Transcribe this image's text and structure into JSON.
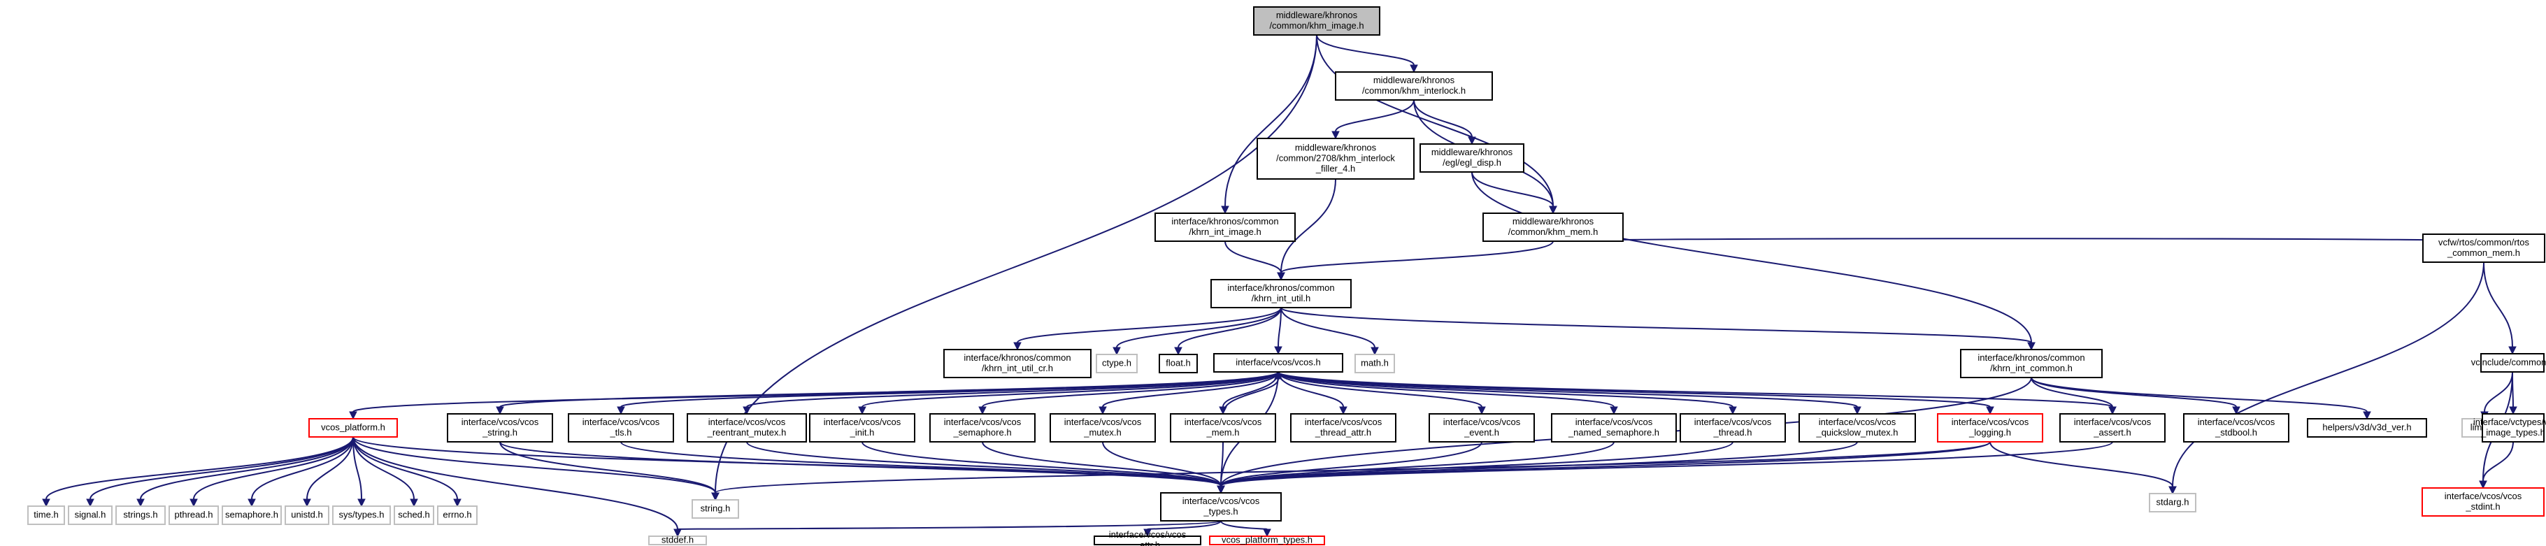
{
  "colors": {
    "edge": "#191970",
    "border_normal": "#000000",
    "border_truncated": "#ff0000",
    "border_leaf": "#bfbfbf",
    "fill_root": "#bfbfbf",
    "fill_default": "#ffffff"
  },
  "nodes": [
    {
      "id": "khm_image",
      "lines": [
        "middleware/khronos",
        "/common/khm_image.h"
      ],
      "style": "root"
    },
    {
      "id": "khm_interlock",
      "lines": [
        "middleware/khronos",
        "/common/khm_interlock.h"
      ],
      "style": "normal"
    },
    {
      "id": "khm_interlock_filler",
      "lines": [
        "middleware/khronos",
        "/common/2708/khm_interlock",
        "_filler_4.h"
      ],
      "style": "normal"
    },
    {
      "id": "egl_disp",
      "lines": [
        "middleware/khronos",
        "/egl/egl_disp.h"
      ],
      "style": "normal"
    },
    {
      "id": "khm_int_image",
      "lines": [
        "interface/khronos/common",
        "/khrn_int_image.h"
      ],
      "style": "normal"
    },
    {
      "id": "khm_mem",
      "lines": [
        "middleware/khronos",
        "/common/khm_mem.h"
      ],
      "style": "normal"
    },
    {
      "id": "rtos_common_mem",
      "lines": [
        "vcfw/rtos/common/rtos",
        "_common_mem.h"
      ],
      "style": "normal"
    },
    {
      "id": "khrn_int_util",
      "lines": [
        "interface/khronos/common",
        "/khrn_int_util.h"
      ],
      "style": "normal"
    },
    {
      "id": "khrn_int_util_cr",
      "lines": [
        "interface/khronos/common",
        "/khrn_int_util_cr.h"
      ],
      "style": "normal"
    },
    {
      "id": "ctype",
      "lines": [
        "ctype.h"
      ],
      "style": "leaf"
    },
    {
      "id": "float",
      "lines": [
        "float.h"
      ],
      "style": "normal"
    },
    {
      "id": "vcos",
      "lines": [
        "interface/vcos/vcos.h"
      ],
      "style": "normal"
    },
    {
      "id": "math",
      "lines": [
        "math.h"
      ],
      "style": "leaf"
    },
    {
      "id": "khrn_int_common",
      "lines": [
        "interface/khronos/common",
        "/khrn_int_common.h"
      ],
      "style": "normal"
    },
    {
      "id": "vcinclude_common",
      "lines": [
        "vcinclude/common.h"
      ],
      "style": "normal"
    },
    {
      "id": "vcos_platform",
      "lines": [
        "vcos_platform.h"
      ],
      "style": "truncated"
    },
    {
      "id": "vcos_string",
      "lines": [
        "interface/vcos/vcos",
        "_string.h"
      ],
      "style": "normal"
    },
    {
      "id": "vcos_tls",
      "lines": [
        "interface/vcos/vcos",
        "_tls.h"
      ],
      "style": "normal"
    },
    {
      "id": "vcos_reentrant_mutex",
      "lines": [
        "interface/vcos/vcos",
        "_reentrant_mutex.h"
      ],
      "style": "normal"
    },
    {
      "id": "vcos_init",
      "lines": [
        "interface/vcos/vcos",
        "_init.h"
      ],
      "style": "normal"
    },
    {
      "id": "vcos_semaphore",
      "lines": [
        "interface/vcos/vcos",
        "_semaphore.h"
      ],
      "style": "normal"
    },
    {
      "id": "vcos_mutex",
      "lines": [
        "interface/vcos/vcos",
        "_mutex.h"
      ],
      "style": "normal"
    },
    {
      "id": "vcos_mem",
      "lines": [
        "interface/vcos/vcos",
        "_mem.h"
      ],
      "style": "normal"
    },
    {
      "id": "vcos_thread_attr",
      "lines": [
        "interface/vcos/vcos",
        "_thread_attr.h"
      ],
      "style": "normal"
    },
    {
      "id": "vcos_event",
      "lines": [
        "interface/vcos/vcos",
        "_event.h"
      ],
      "style": "normal"
    },
    {
      "id": "vcos_named_semaphore",
      "lines": [
        "interface/vcos/vcos",
        "_named_semaphore.h"
      ],
      "style": "normal"
    },
    {
      "id": "vcos_thread",
      "lines": [
        "interface/vcos/vcos",
        "_thread.h"
      ],
      "style": "normal"
    },
    {
      "id": "vcos_quickslow_mutex",
      "lines": [
        "interface/vcos/vcos",
        "_quickslow_mutex.h"
      ],
      "style": "normal"
    },
    {
      "id": "vcos_logging",
      "lines": [
        "interface/vcos/vcos",
        "_logging.h"
      ],
      "style": "truncated"
    },
    {
      "id": "vcos_assert",
      "lines": [
        "interface/vcos/vcos",
        "_assert.h"
      ],
      "style": "normal"
    },
    {
      "id": "vcos_stdbool",
      "lines": [
        "interface/vcos/vcos",
        "_stdbool.h"
      ],
      "style": "normal"
    },
    {
      "id": "v3d_ver",
      "lines": [
        "helpers/v3d/v3d_ver.h"
      ],
      "style": "normal"
    },
    {
      "id": "limits",
      "lines": [
        "limits.h"
      ],
      "style": "leaf"
    },
    {
      "id": "vc_image_types",
      "lines": [
        "interface/vctypes/vc",
        "_image_types.h"
      ],
      "style": "normal"
    },
    {
      "id": "time",
      "lines": [
        "time.h"
      ],
      "style": "leaf"
    },
    {
      "id": "signal",
      "lines": [
        "signal.h"
      ],
      "style": "leaf"
    },
    {
      "id": "strings",
      "lines": [
        "strings.h"
      ],
      "style": "leaf"
    },
    {
      "id": "pthread",
      "lines": [
        "pthread.h"
      ],
      "style": "leaf"
    },
    {
      "id": "semaphore",
      "lines": [
        "semaphore.h"
      ],
      "style": "leaf"
    },
    {
      "id": "unistd",
      "lines": [
        "unistd.h"
      ],
      "style": "leaf"
    },
    {
      "id": "sys_types",
      "lines": [
        "sys/types.h"
      ],
      "style": "leaf"
    },
    {
      "id": "sched",
      "lines": [
        "sched.h"
      ],
      "style": "leaf"
    },
    {
      "id": "errno",
      "lines": [
        "errno.h"
      ],
      "style": "leaf"
    },
    {
      "id": "string",
      "lines": [
        "string.h"
      ],
      "style": "leaf"
    },
    {
      "id": "vcos_types",
      "lines": [
        "interface/vcos/vcos",
        "_types.h"
      ],
      "style": "normal"
    },
    {
      "id": "stdarg",
      "lines": [
        "stdarg.h"
      ],
      "style": "leaf"
    },
    {
      "id": "vcos_stdint",
      "lines": [
        "interface/vcos/vcos",
        "_stdint.h"
      ],
      "style": "truncated"
    },
    {
      "id": "stddef",
      "lines": [
        "stddef.h"
      ],
      "style": "leaf"
    },
    {
      "id": "vcos_attr",
      "lines": [
        "interface/vcos/vcos",
        "_attr.h"
      ],
      "style": "normal"
    },
    {
      "id": "vcos_platform_types",
      "lines": [
        "vcos_platform_types.h"
      ],
      "style": "truncated"
    }
  ],
  "edges": [
    [
      "khm_image",
      "khm_interlock"
    ],
    [
      "khm_image",
      "khm_mem"
    ],
    [
      "khm_image",
      "khm_int_image"
    ],
    [
      "khm_image",
      "string"
    ],
    [
      "khm_interlock",
      "khm_interlock_filler"
    ],
    [
      "khm_interlock",
      "egl_disp"
    ],
    [
      "khm_interlock",
      "khm_mem"
    ],
    [
      "egl_disp",
      "khm_mem"
    ],
    [
      "egl_disp",
      "khrn_int_common"
    ],
    [
      "khm_interlock_filler",
      "khrn_int_util"
    ],
    [
      "khm_int_image",
      "khrn_int_util"
    ],
    [
      "khm_mem",
      "khrn_int_util"
    ],
    [
      "khm_mem",
      "rtos_common_mem"
    ],
    [
      "rtos_common_mem",
      "vcinclude_common"
    ],
    [
      "rtos_common_mem",
      "stdarg"
    ],
    [
      "khrn_int_util",
      "khrn_int_util_cr"
    ],
    [
      "khrn_int_util",
      "ctype"
    ],
    [
      "khrn_int_util",
      "float"
    ],
    [
      "khrn_int_util",
      "vcos"
    ],
    [
      "khrn_int_util",
      "math"
    ],
    [
      "khrn_int_util",
      "khrn_int_common"
    ],
    [
      "khrn_int_common",
      "vcos_assert"
    ],
    [
      "khrn_int_common",
      "vcos_stdbool"
    ],
    [
      "khrn_int_common",
      "v3d_ver"
    ],
    [
      "khrn_int_common",
      "vcos_types"
    ],
    [
      "vcinclude_common",
      "limits"
    ],
    [
      "vcinclude_common",
      "vc_image_types"
    ],
    [
      "vcinclude_common",
      "vcos_stdint"
    ],
    [
      "vc_image_types",
      "vcos_stdint"
    ],
    [
      "vcos",
      "vcos_platform"
    ],
    [
      "vcos",
      "vcos_string"
    ],
    [
      "vcos",
      "vcos_tls"
    ],
    [
      "vcos",
      "vcos_reentrant_mutex"
    ],
    [
      "vcos",
      "vcos_init"
    ],
    [
      "vcos",
      "vcos_semaphore"
    ],
    [
      "vcos",
      "vcos_mutex"
    ],
    [
      "vcos",
      "vcos_mem"
    ],
    [
      "vcos",
      "vcos_thread_attr"
    ],
    [
      "vcos",
      "vcos_event"
    ],
    [
      "vcos",
      "vcos_named_semaphore"
    ],
    [
      "vcos",
      "vcos_thread"
    ],
    [
      "vcos",
      "vcos_quickslow_mutex"
    ],
    [
      "vcos",
      "vcos_logging"
    ],
    [
      "vcos",
      "vcos_assert"
    ],
    [
      "vcos",
      "vcos_types"
    ],
    [
      "vcos_platform",
      "time"
    ],
    [
      "vcos_platform",
      "signal"
    ],
    [
      "vcos_platform",
      "strings"
    ],
    [
      "vcos_platform",
      "pthread"
    ],
    [
      "vcos_platform",
      "semaphore"
    ],
    [
      "vcos_platform",
      "unistd"
    ],
    [
      "vcos_platform",
      "sys_types"
    ],
    [
      "vcos_platform",
      "sched"
    ],
    [
      "vcos_platform",
      "errno"
    ],
    [
      "vcos_platform",
      "string"
    ],
    [
      "vcos_platform",
      "stddef"
    ],
    [
      "vcos_platform",
      "vcos_types"
    ],
    [
      "vcos_string",
      "string"
    ],
    [
      "vcos_string",
      "vcos_types"
    ],
    [
      "vcos_tls",
      "vcos_types"
    ],
    [
      "vcos_reentrant_mutex",
      "vcos_types"
    ],
    [
      "vcos_init",
      "vcos_types"
    ],
    [
      "vcos_semaphore",
      "vcos_types"
    ],
    [
      "vcos_mutex",
      "vcos_types"
    ],
    [
      "vcos_mem",
      "vcos_types"
    ],
    [
      "vcos_mem",
      "vcos"
    ],
    [
      "vcos_event",
      "vcos_types"
    ],
    [
      "vcos_named_semaphore",
      "vcos_types"
    ],
    [
      "vcos_thread",
      "vcos_types"
    ],
    [
      "vcos_quickslow_mutex",
      "vcos_types"
    ],
    [
      "vcos_logging",
      "vcos_types"
    ],
    [
      "vcos_logging",
      "stdarg"
    ],
    [
      "vcos_logging",
      "string"
    ],
    [
      "vcos_assert",
      "vcos_types"
    ],
    [
      "vcos_types",
      "stddef"
    ],
    [
      "vcos_types",
      "vcos_attr"
    ],
    [
      "vcos_types",
      "vcos_platform_types"
    ]
  ]
}
